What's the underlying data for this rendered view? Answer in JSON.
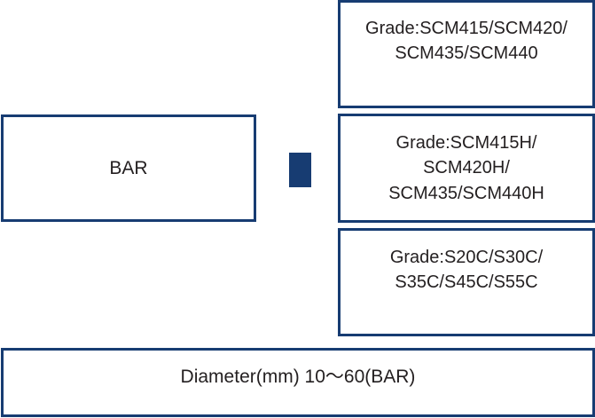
{
  "theme": {
    "border_color": "#173C72",
    "fill_color": "#173C72",
    "text_color": "#231F20",
    "background": "#ffffff"
  },
  "diagram": {
    "product_block": {
      "label": "BAR"
    },
    "connector": {
      "icon": "filled-square-connector"
    },
    "grade_blocks": [
      {
        "id": "grade-scm-plain",
        "text": "Grade:SCM415/SCM420/\nSCM435/SCM440"
      },
      {
        "id": "grade-scm-h",
        "text": "Grade:SCM415H/\nSCM420H/\nSCM435/SCM440H"
      },
      {
        "id": "grade-s-carbon",
        "text": "Grade:S20C/S30C/\nS35C/S45C/S55C"
      }
    ],
    "footer_block": {
      "text": "Diameter(mm) 10～60(BAR)"
    }
  }
}
